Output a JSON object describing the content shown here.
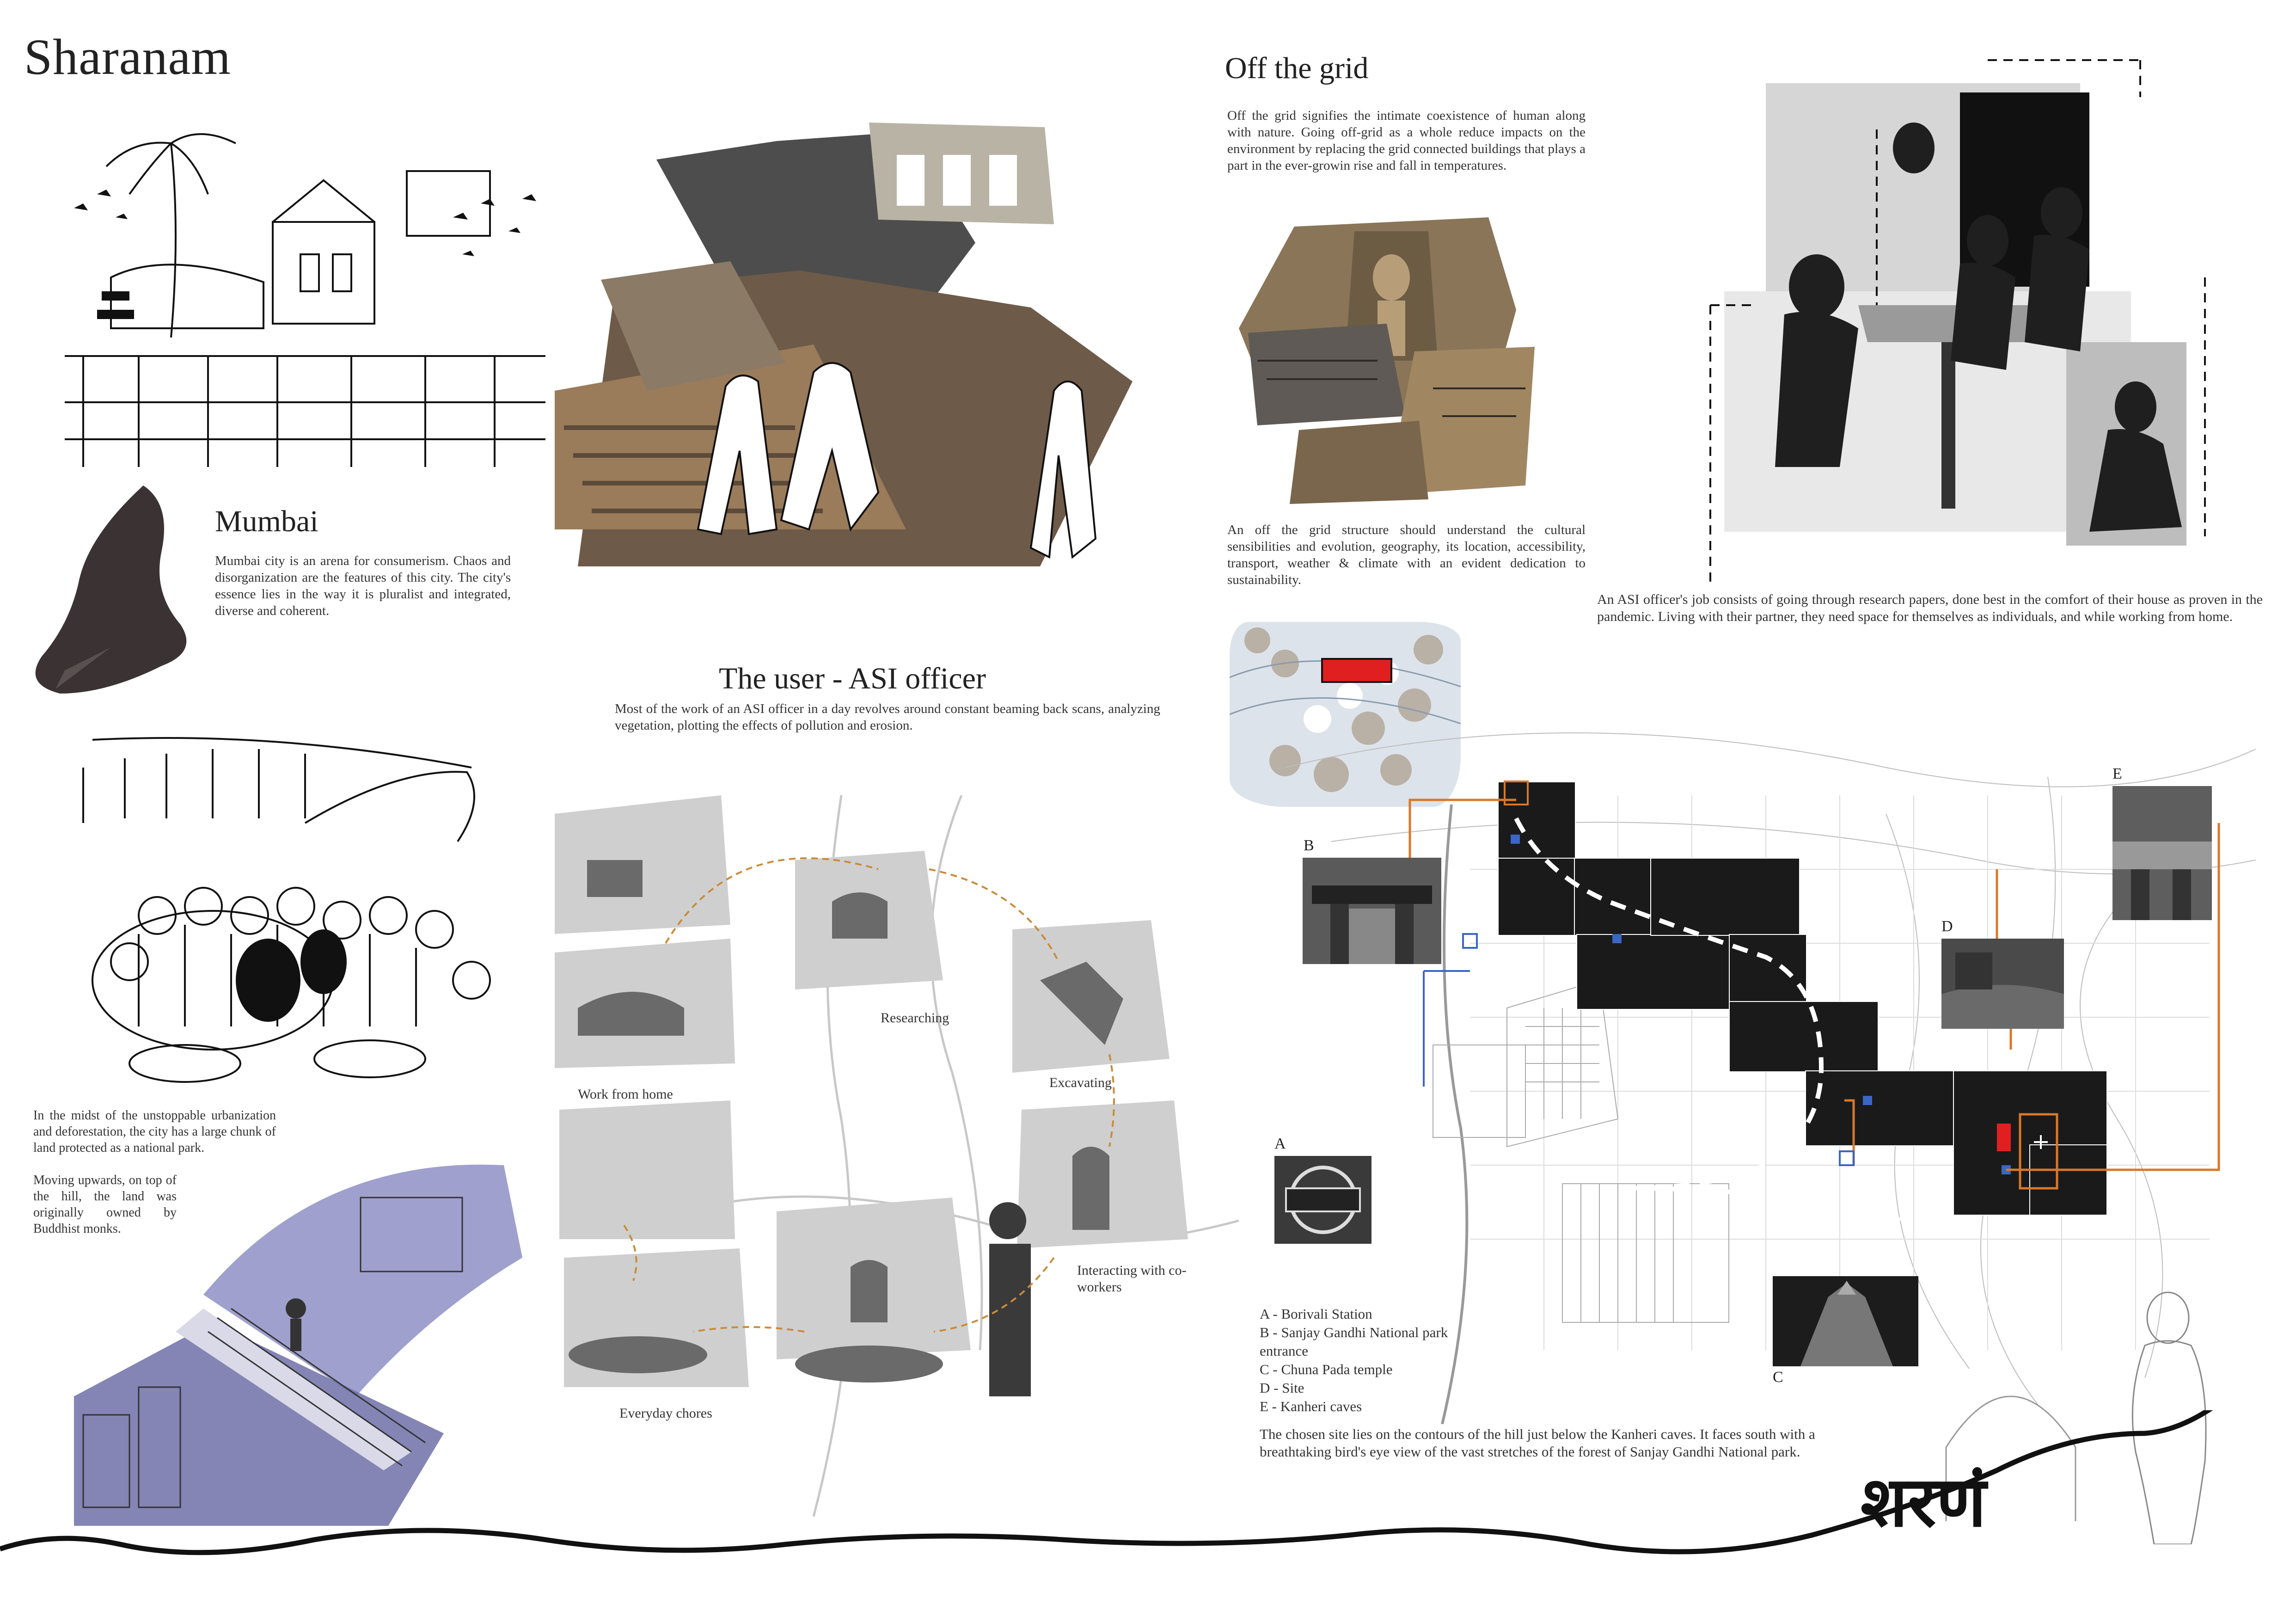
{
  "title": "Sharanam",
  "mumbai": {
    "heading": "Mumbai",
    "text": "Mumbai city is an arena for consumerism. Chaos and disorganization are the features of this city. The city's essence lies in the way it is pluralist and integrated, diverse and coherent."
  },
  "national_park": {
    "text1": "In the midst of the unstoppable urbanization and deforestation, the city has a large chunk of land protected as a national park.",
    "text2": "Moving upwards, on top of the hill, the land was originally owned by Buddhist monks."
  },
  "user": {
    "heading": "The user - ASI officer",
    "text": "Most of the work of an ASI officer in a day revolves around constant beaming back scans, analyzing vegetation, plotting the effects of pollution and erosion."
  },
  "day_labels": {
    "work_from_home": "Work from home",
    "researching": "Researching",
    "excavating": "Excavating",
    "interacting": "Interacting with co-workers",
    "chores": "Everyday chores"
  },
  "off_grid": {
    "heading": "Off the grid",
    "text1": "Off the grid signifies the intimate coexistence of human along with nature. Going off-grid as a whole reduce impacts on the environment by replacing the grid connected buildings that plays a part in the ever-growin rise and fall in temperatures.",
    "text2": "An off the grid structure should understand the cultural sensibilities and evolution, geography, its location, accessibility, transport, weather & climate with an evident dedication to sustainability."
  },
  "asi_job": {
    "text": "An ASI officer's job consists of going through research papers, done best in the comfort of their house as proven in the pandemic. Living with their partner, they need space for themselves as individuals, and while working from home."
  },
  "map": {
    "labels": {
      "a": "A",
      "b": "B",
      "c": "C",
      "d": "D",
      "e": "E"
    },
    "legend": [
      "A - Borivali Station",
      "B - Sanjay Gandhi National park entrance",
      "C - Chuna Pada temple",
      "D - Site",
      "E - Kanheri caves"
    ],
    "site_text": "The chosen site lies on the contours of the hill just below the Kanheri caves. It faces south with a breathtaking bird's eye view of the vast stretches of the forest of Sanjay Gandhi National park."
  },
  "devanagari_title": "शरणं",
  "colors": {
    "accent_red": "#e02020",
    "accent_orange": "#d9782b",
    "accent_blue": "#3a66c4",
    "sketch_lavender": "#8e8fc4"
  }
}
